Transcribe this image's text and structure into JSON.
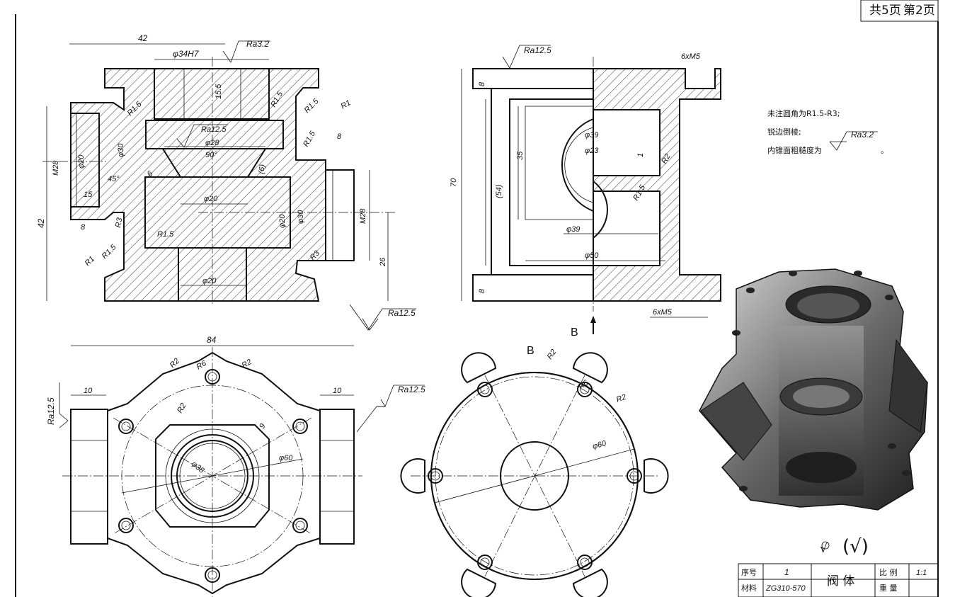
{
  "title_block": {
    "page_count": "共5页",
    "page_no": "第2页",
    "seq_label": "序号",
    "seq_value": "1",
    "material_label": "材料",
    "material_value": "ZG310-570",
    "part_name": "阀 体",
    "scale_label": "比 例",
    "scale_value": "1:1",
    "weight_label": "重 量"
  },
  "notes": {
    "line1": "未注圆角为R1.5-R3;",
    "line2": "锐边倒棱;",
    "line3": "内锥面粗糙度为",
    "roughness": "Ra3.2",
    "end": "。"
  },
  "surface_symbols": {
    "general": "√",
    "general_paren": "(√)"
  },
  "view_labels": {
    "arrow_b": "B",
    "view_b": "B"
  },
  "front_view": {
    "d42_top": "42",
    "ra32": "Ra3.2",
    "phi34h7": "φ34H7",
    "d15_5": "15.5",
    "r1_5_a": "R1.5",
    "r1_5_b": "R1.5",
    "r1_5_c": "R1.5",
    "r1": "R1",
    "ra12_5_mid": "Ra12.5",
    "phi28": "φ28",
    "deg90": "90°",
    "d6_paren": "(6)",
    "r1_5_d": "R1.5",
    "d8_right": "8",
    "m28_left": "M28",
    "phi20_left": "φ20",
    "phi30_left": "φ30",
    "deg45": "45°",
    "d6": "6",
    "d15": "15",
    "d8_left": "8",
    "r3_left": "R3",
    "phi20_mid": "φ20",
    "phi20_v": "φ20",
    "phi30_v": "φ30",
    "m28_right": "M28",
    "r1_5_e": "R1.5",
    "r1_left": "R1",
    "r1_5_f": "R1.5",
    "r3_right": "R3",
    "d26": "26",
    "phi20_bottom": "φ20",
    "d42_left": "42",
    "ra12_5_bottom": "Ra12.5"
  },
  "side_view": {
    "ra12_5": "Ra12.5",
    "m5_top": "6xM5",
    "d8_top": "8",
    "phi39_a": "φ39",
    "phi23": "φ23",
    "d1": "1",
    "r2": "R2",
    "d35": "35",
    "d54": "(54)",
    "d70": "70",
    "r1_5": "R1.5",
    "phi39_b": "φ39",
    "phi50": "φ50",
    "d8_bottom": "8",
    "m5_bottom": "6xM5"
  },
  "top_view": {
    "d84": "84",
    "r2_a": "R2",
    "r6": "R6",
    "r2_b": "R2",
    "d10_left": "10",
    "d10_right": "10",
    "ra12_5_left": "Ra12.5",
    "ra12_5_right": "Ra12.5",
    "r2_c": "R2",
    "d9": "9",
    "phi38": "φ38",
    "phi60": "φ60"
  },
  "b_view": {
    "r2_a": "R2",
    "r6": "R6",
    "r2_b": "R2",
    "phi60": "φ60"
  }
}
